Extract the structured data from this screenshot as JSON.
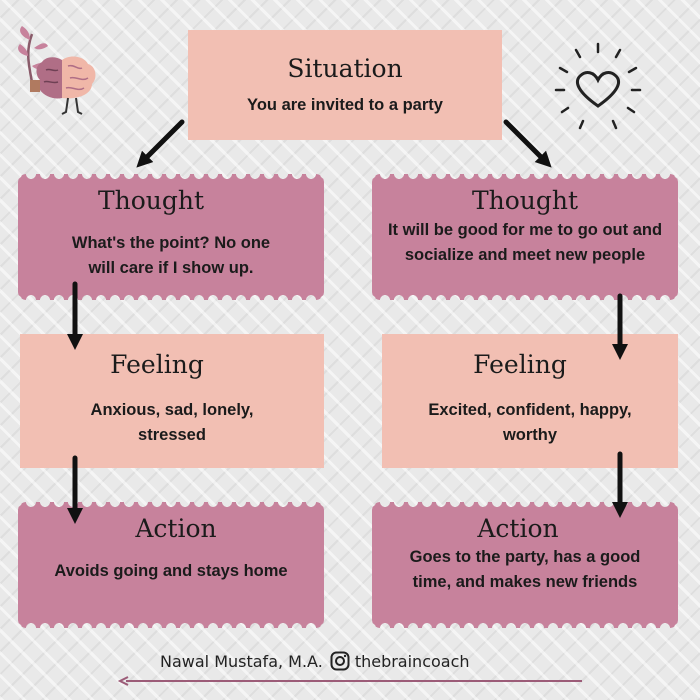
{
  "situation": {
    "title": "Situation",
    "text": "You are invited to a party"
  },
  "left": {
    "thought": {
      "title": "Thought",
      "text": "What's the point? No one will care if I show up."
    },
    "feeling": {
      "title": "Feeling",
      "text": "Anxious, sad, lonely, stressed"
    },
    "action": {
      "title": "Action",
      "text": "Avoids going and stays home"
    }
  },
  "right": {
    "thought": {
      "title": "Thought",
      "text": "It will be good for me to go out and socialize and meet new people"
    },
    "feeling": {
      "title": "Feeling",
      "text": "Excited, confident, happy, worthy"
    },
    "action": {
      "title": "Action",
      "text": "Goes to the party, has a good time, and makes new friends"
    }
  },
  "footer": {
    "author": "Nawal Mustafa, M.A.",
    "handle": "thebraincoach"
  },
  "colors": {
    "peach": "#f2bfb3",
    "mauve": "#c7829c",
    "line": "#9c5c78"
  },
  "icons": [
    "brain-plant-icon",
    "heart-icon",
    "instagram-icon",
    "arrow-down-icon"
  ]
}
